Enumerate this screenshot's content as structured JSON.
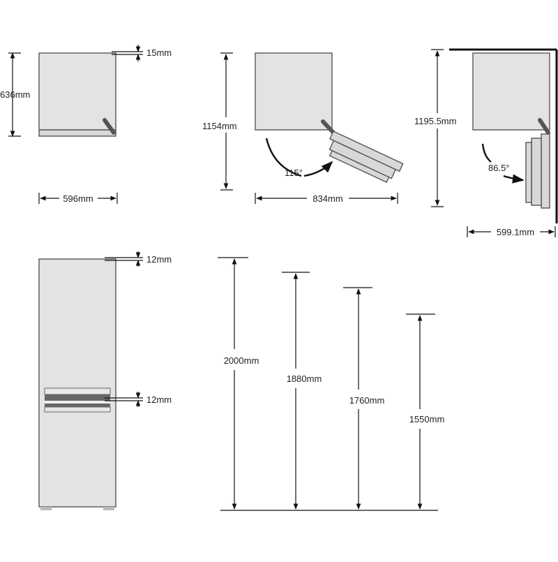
{
  "top_view_closed": {
    "depth_label": "636mm",
    "gap_label": "15mm",
    "width_label": "596mm"
  },
  "top_view_115": {
    "depth_label": "1154mm",
    "angle_label": "115°",
    "width_label": "834mm"
  },
  "top_view_86": {
    "depth_label": "1195.5mm",
    "angle_label": "86.5°",
    "width_label": "599.1mm"
  },
  "front_view": {
    "top_gap_label": "12mm",
    "mid_gap_label": "12mm"
  },
  "heights": {
    "labels": [
      "2000mm",
      "1880mm",
      "1760mm",
      "1550mm"
    ]
  }
}
